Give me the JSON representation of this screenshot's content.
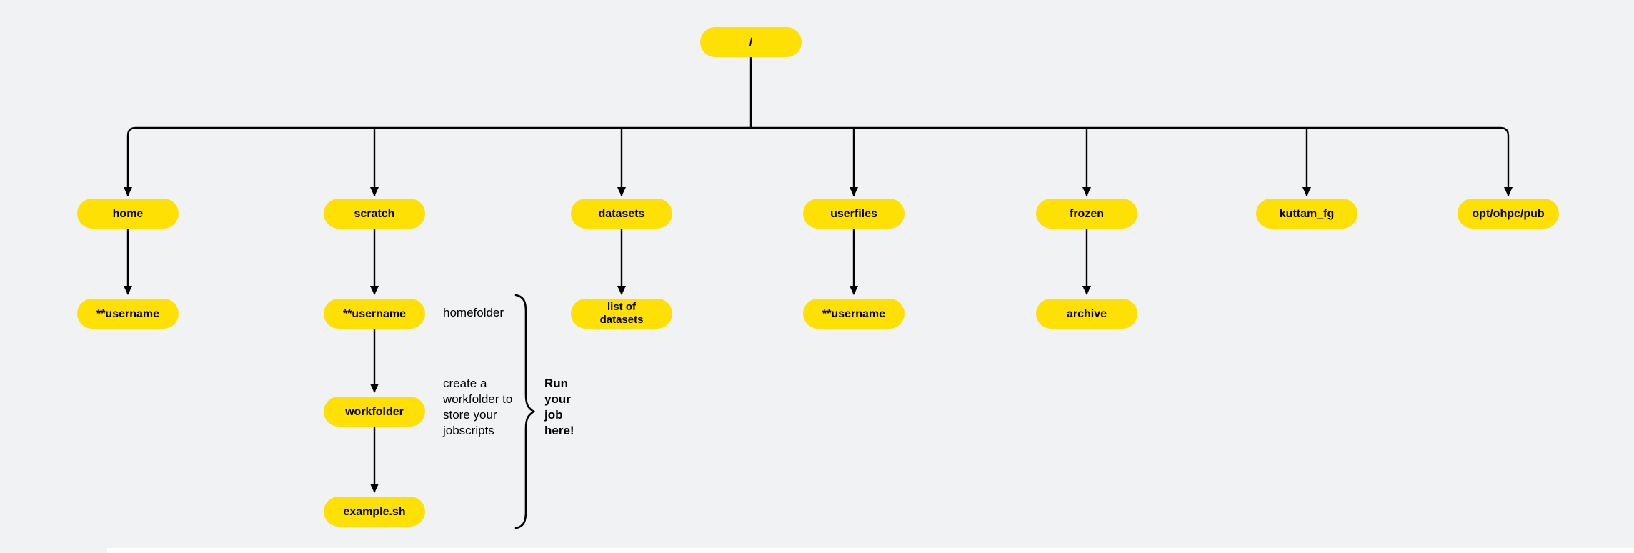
{
  "colors": {
    "canvas_bg": "#F1F2F4",
    "node_fill": "#FFE005",
    "node_text": "#000000",
    "connector": "#000000",
    "page_edge": "#FFFFFF"
  },
  "nodes": {
    "root": {
      "label": "/"
    },
    "home": {
      "label": "home"
    },
    "scratch": {
      "label": "scratch"
    },
    "datasets": {
      "label": "datasets"
    },
    "userfiles": {
      "label": "userfiles"
    },
    "frozen": {
      "label": "frozen"
    },
    "kuttam_fg": {
      "label": "kuttam_fg"
    },
    "opt_ohpc_pub": {
      "label": "opt/ohpc/pub"
    },
    "home_username": {
      "label": "**username"
    },
    "scratch_username": {
      "label": "**username"
    },
    "list_of_datasets": {
      "label": "list of\ndatasets"
    },
    "userfiles_username": {
      "label": "**username"
    },
    "archive": {
      "label": "archive"
    },
    "workfolder": {
      "label": "workfolder"
    },
    "example_sh": {
      "label": "example.sh"
    }
  },
  "annotations": {
    "homefolder": {
      "text": "homefolder"
    },
    "workfolder_note": {
      "text": "create a\nworkfolder to\nstore your\njobscripts"
    },
    "run_note": {
      "text": "Run\nyour\njob\nhere!"
    }
  },
  "tree": {
    "root": "/",
    "children": [
      {
        "label": "home",
        "children": [
          {
            "label": "**username"
          }
        ]
      },
      {
        "label": "scratch",
        "children": [
          {
            "label": "**username",
            "note": "homefolder",
            "children": [
              {
                "label": "workfolder",
                "note": "create a workfolder to store your jobscripts",
                "children": [
                  {
                    "label": "example.sh"
                  }
                ]
              }
            ]
          }
        ]
      },
      {
        "label": "datasets",
        "children": [
          {
            "label": "list of datasets"
          }
        ]
      },
      {
        "label": "userfiles",
        "children": [
          {
            "label": "**username"
          }
        ]
      },
      {
        "label": "frozen",
        "children": [
          {
            "label": "archive"
          }
        ]
      },
      {
        "label": "kuttam_fg"
      },
      {
        "label": "opt/ohpc/pub"
      }
    ],
    "brace_note": "Run your job here!"
  }
}
